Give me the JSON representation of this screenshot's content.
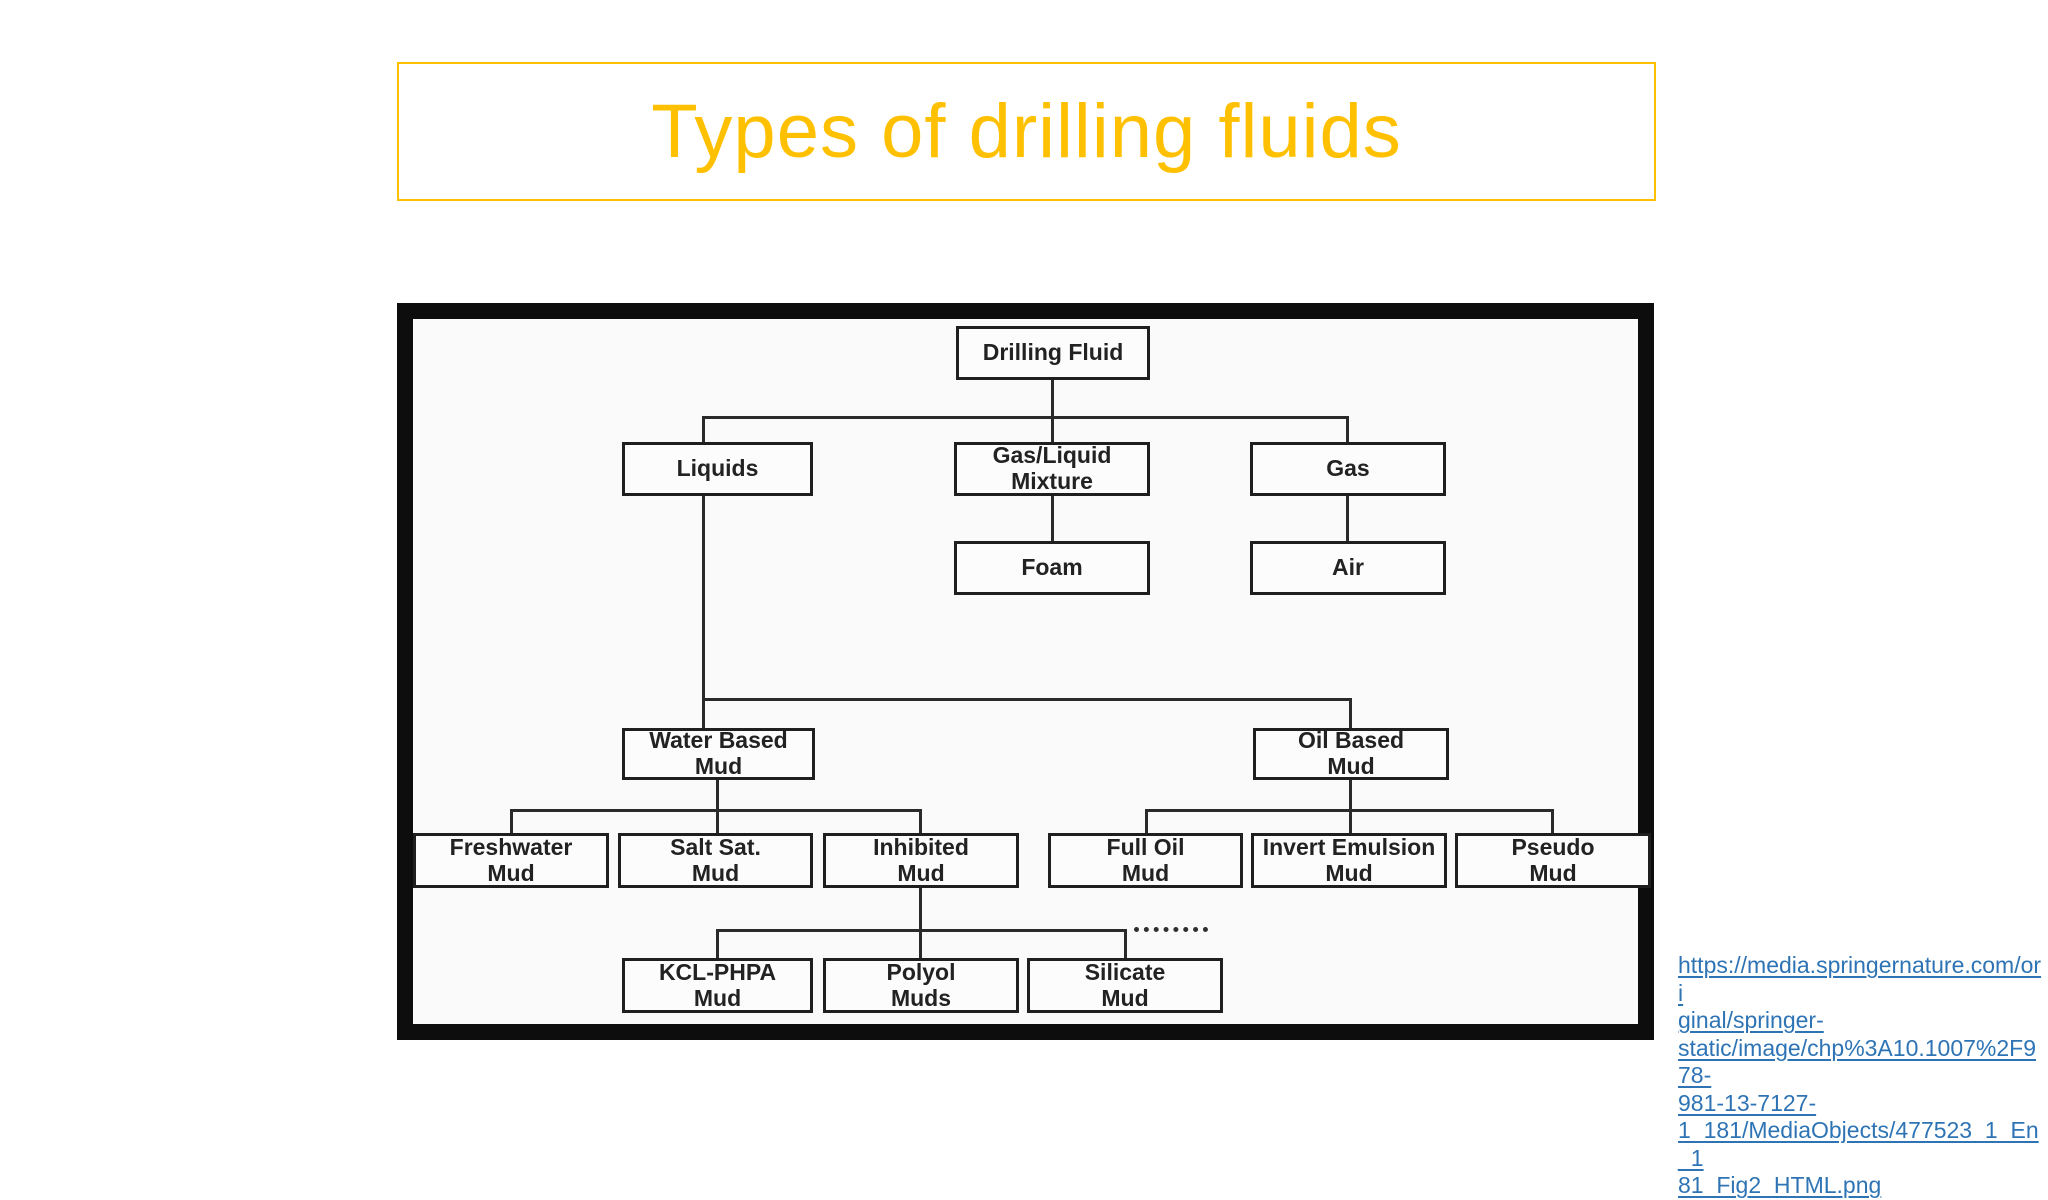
{
  "theme": {
    "accent": "#FFC000",
    "link": "#2E74B5",
    "line": "#2a2a2a"
  },
  "slide": {
    "title": "Types of drilling fluids"
  },
  "diagram": {
    "type": "tree-flowchart",
    "root": "Drilling Fluid",
    "nodes": [
      {
        "id": "drilling-fluid",
        "label": "Drilling Fluid",
        "parent": null
      },
      {
        "id": "liquids",
        "label": "Liquids",
        "parent": "drilling-fluid"
      },
      {
        "id": "gas-liquid-mixture",
        "label": "Gas/Liquid\nMixture",
        "parent": "drilling-fluid"
      },
      {
        "id": "gas",
        "label": "Gas",
        "parent": "drilling-fluid"
      },
      {
        "id": "foam",
        "label": "Foam",
        "parent": "gas-liquid-mixture"
      },
      {
        "id": "air",
        "label": "Air",
        "parent": "gas"
      },
      {
        "id": "water-based-mud",
        "label": "Water Based\nMud",
        "parent": "liquids"
      },
      {
        "id": "oil-based-mud",
        "label": "Oil Based\nMud",
        "parent": "liquids"
      },
      {
        "id": "freshwater-mud",
        "label": "Freshwater\nMud",
        "parent": "water-based-mud"
      },
      {
        "id": "salt-sat-mud",
        "label": "Salt Sat.\nMud",
        "parent": "water-based-mud"
      },
      {
        "id": "inhibited-mud",
        "label": "Inhibited\nMud",
        "parent": "water-based-mud"
      },
      {
        "id": "full-oil-mud",
        "label": "Full Oil\nMud",
        "parent": "oil-based-mud"
      },
      {
        "id": "invert-emulsion-mud",
        "label": "Invert Emulsion\nMud",
        "parent": "oil-based-mud"
      },
      {
        "id": "pseudo-mud",
        "label": "Pseudo\nMud",
        "parent": "oil-based-mud"
      },
      {
        "id": "kcl-phpa-mud",
        "label": "KCL-PHPA\nMud",
        "parent": "inhibited-mud"
      },
      {
        "id": "polyol-muds",
        "label": "Polyol\nMuds",
        "parent": "inhibited-mud"
      },
      {
        "id": "silicate-mud",
        "label": "Silicate\nMud",
        "parent": "inhibited-mud"
      }
    ]
  },
  "link": {
    "href": "https://media.springernature.com/original/springer-static/image/chp%3A10.1007%2F978-981-13-7127-1_181/MediaObjects/477523_1_En_181_Fig2_HTML.png",
    "lines": [
      "https://media.springernature.com/ori",
      "ginal/springer-",
      "static/image/chp%3A10.1007%2F978-",
      "981-13-7127-",
      "1_181/MediaObjects/477523_1_En_1",
      "81_Fig2_HTML.png"
    ]
  }
}
